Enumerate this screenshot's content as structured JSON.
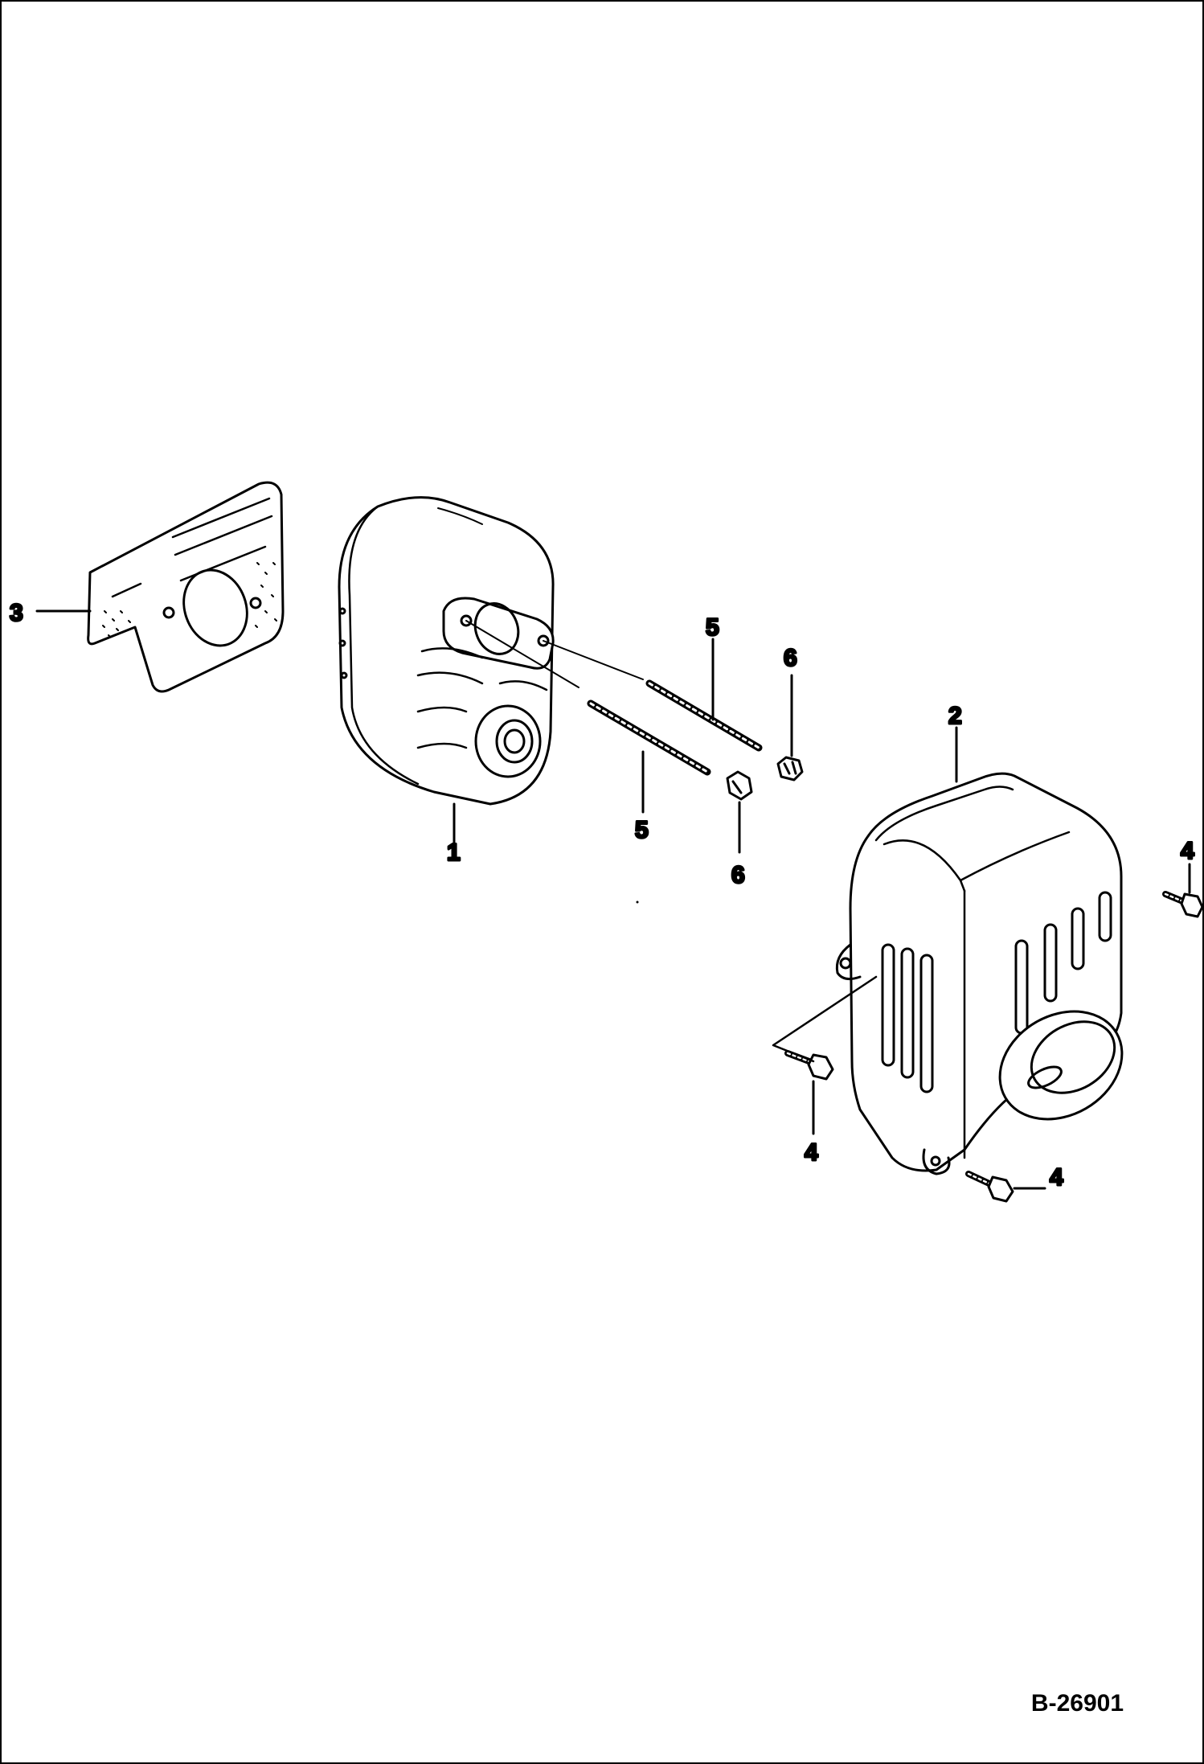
{
  "callouts": {
    "part1": "1",
    "part2": "2",
    "part3": "3",
    "part4a": "4",
    "part4b": "4",
    "part4c": "4",
    "part5a": "5",
    "part5b": "5",
    "part6a": "6",
    "part6b": "6"
  },
  "drawing_code": "B-26901"
}
